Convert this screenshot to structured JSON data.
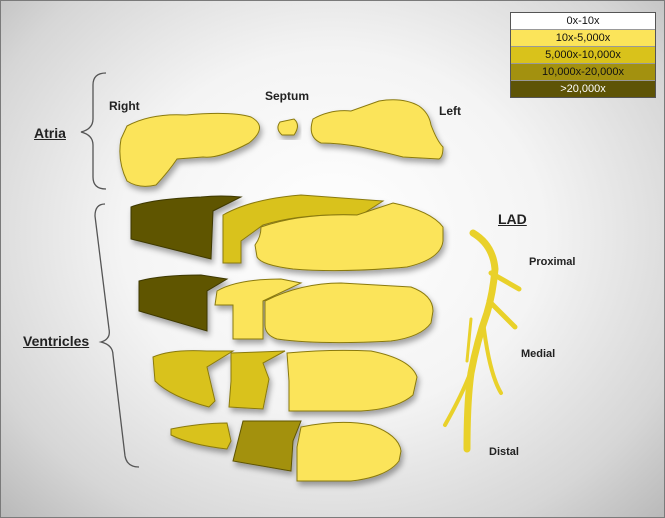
{
  "labels": {
    "atria": "Atria",
    "ventricles": "Ventricles",
    "right": "Right",
    "septum": "Septum",
    "left": "Left",
    "lad": "LAD",
    "proximal": "Proximal",
    "medial": "Medial",
    "distal": "Distal"
  },
  "legend": [
    {
      "label": "0x-10x",
      "color": "#ffffff"
    },
    {
      "label": "10x-5,000x",
      "color": "#fbe45a"
    },
    {
      "label": "5,000x-10,000x",
      "color": "#d9c21b"
    },
    {
      "label": "10,000x-20,000x",
      "color": "#a3910f"
    },
    {
      "label": ">20,000x",
      "color": "#5e5406"
    }
  ],
  "colors": {
    "light": "#fbe45a",
    "medium": "#d9c21b",
    "dark": "#a3910f",
    "darkest": "#5e5406"
  }
}
